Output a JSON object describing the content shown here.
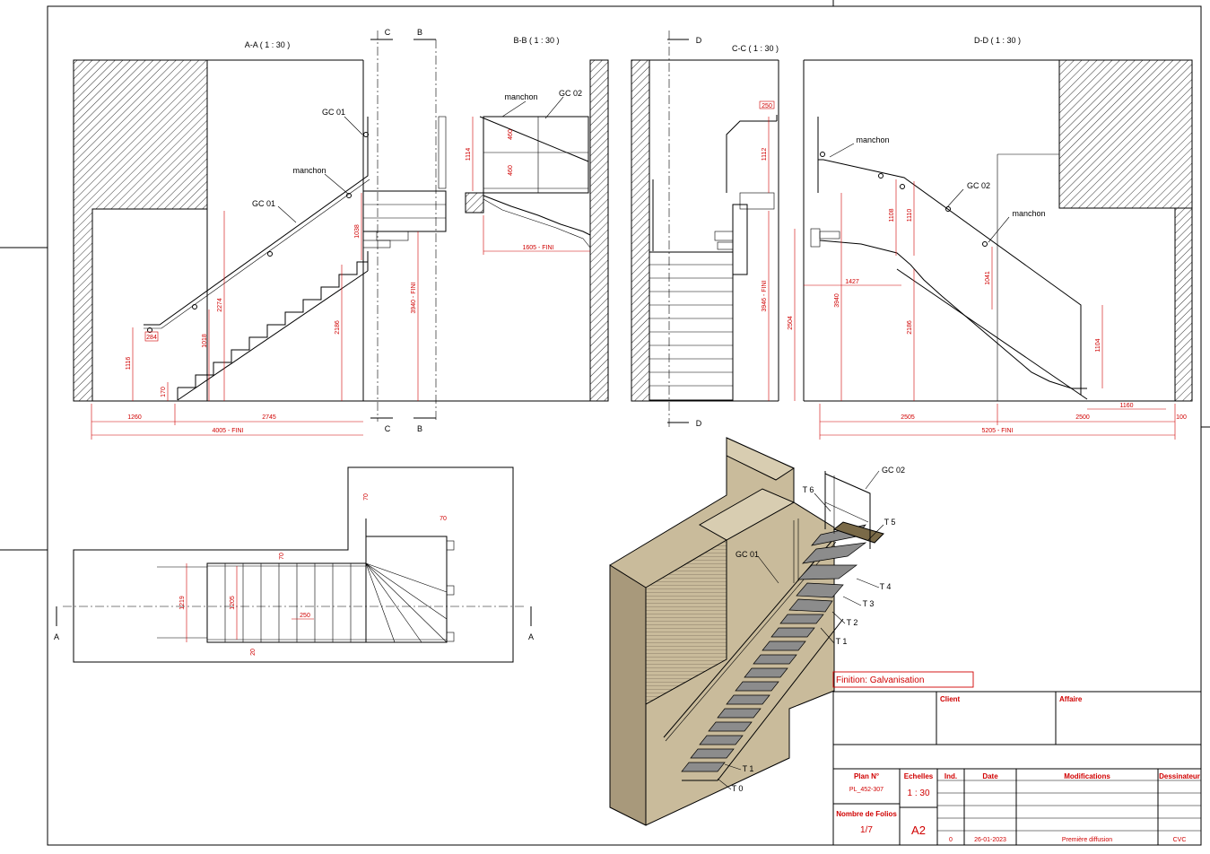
{
  "views": {
    "aa": {
      "title": "A-A ( 1 : 30 )",
      "gc01_top": "GC 01",
      "manchon": "manchon",
      "gc01_mid": "GC 01",
      "d_1260": "1260",
      "d_2745": "2745",
      "d_4005": "4005 - FINI",
      "d_1116": "1116",
      "d_1018": "1018",
      "d_2274": "2274",
      "d_2186": "2186",
      "d_1038": "1038",
      "d_3940": "3940 - FINI",
      "d_170": "170",
      "d_284": "284"
    },
    "bb": {
      "title": "B-B ( 1 : 30 )",
      "manchon": "manchon",
      "gc02": "GC 02",
      "d_1114": "1114",
      "d_460a": "460",
      "d_460b": "460",
      "d_1605": "1605 - FINI"
    },
    "cc": {
      "title": "C-C ( 1 : 30 )",
      "d_250": "250",
      "d_1112": "1112",
      "d_3946": "3946 - FINI",
      "d_2504": "2504"
    },
    "dd": {
      "title": "D-D ( 1 : 30 )",
      "manchon_top": "manchon",
      "gc02": "GC 02",
      "manchon_mid": "manchon",
      "d_1108": "1108",
      "d_1110": "1110",
      "d_3940": "3940",
      "d_1427": "1427",
      "d_2186": "2186",
      "d_1041": "1041",
      "d_1104": "1104",
      "d_2505": "2505",
      "d_2500": "2500",
      "d_1160": "1160",
      "d_100": "100",
      "d_5205": "5205 - FINI"
    },
    "plan": {
      "d_70a": "70",
      "d_70b": "70",
      "d_70c": "70",
      "d_1219": "1219",
      "d_1205": "1205",
      "d_250": "250",
      "d_20": "20"
    },
    "iso": {
      "gc02": "GC 02",
      "t6": "T 6",
      "t5": "T 5",
      "gc01": "GC 01",
      "t4": "T 4",
      "t3": "T 3",
      "t2": "T 2",
      "t1a": "T 1",
      "t1b": "T 1",
      "t0": "T 0"
    }
  },
  "section_marks": {
    "c": "C",
    "b": "B",
    "d": "D",
    "a": "A"
  },
  "finition": "Finition: Galvanisation",
  "cartouche": {
    "client_label": "Client",
    "affaire_label": "Affaire",
    "plan_no_label": "Plan N°",
    "plan_no": "PL_452-307",
    "echelles_label": "Echelles",
    "echelle": "1 : 30",
    "folios_label": "Nombre de Folios",
    "folio": "1/7",
    "format": "A2",
    "cols": [
      "Ind.",
      "Date",
      "Modifications",
      "Dessinateur"
    ],
    "row": {
      "ind": "0",
      "date": "26-01-2023",
      "modification": "Première diffusion",
      "dessinateur": "CVC"
    }
  },
  "colors": {
    "wall": "#c9bb9b",
    "wall_dark": "#a8997b",
    "steel": "#8c8c8c",
    "accent": "#d00000"
  }
}
